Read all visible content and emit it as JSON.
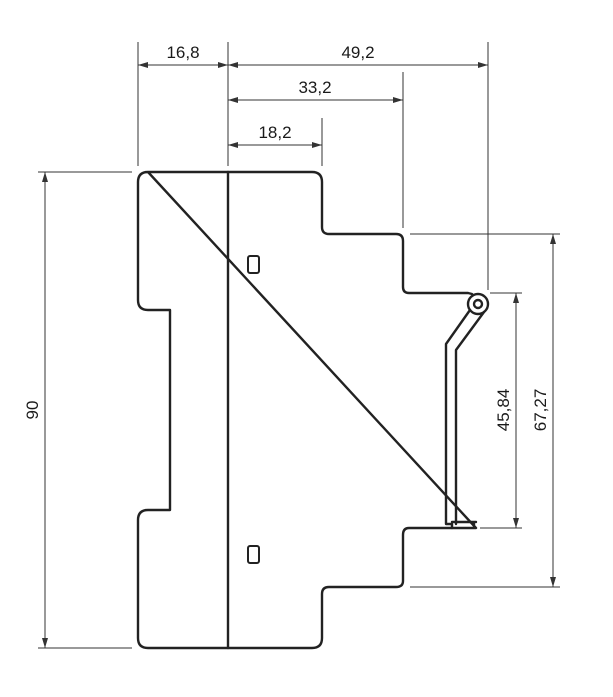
{
  "dimensions": {
    "width_front": "16,8",
    "width_total": "49,2",
    "width_mid": "33,2",
    "width_inner": "18,2",
    "height_total": "90",
    "height_rail": "45,84",
    "height_mid": "67,27"
  },
  "colors": {
    "line": "#222222",
    "dimension_line": "#333333",
    "background": "#ffffff"
  }
}
